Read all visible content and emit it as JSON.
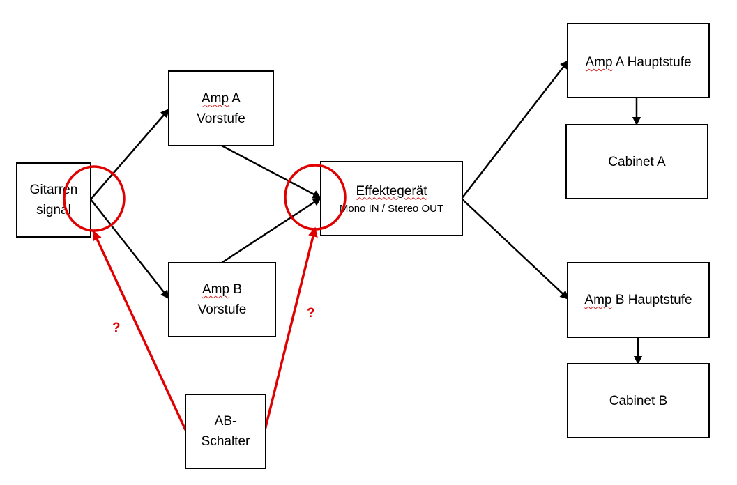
{
  "nodes": {
    "guitar": {
      "line1": "Gitarren",
      "line2": "signal"
    },
    "amp_a_pre": {
      "word1": "Amp",
      "word2": " A",
      "line2": "Vorstufe"
    },
    "amp_b_pre": {
      "word1": "Amp",
      "word2": " B",
      "line2": "Vorstufe"
    },
    "effects": {
      "line1": "Effektegerät",
      "line2": "Mono IN / Stereo OUT"
    },
    "ab_switch": {
      "line1": "AB-",
      "line2": "Schalter"
    },
    "amp_a_main": {
      "word1": "Amp",
      "word2": " A Hauptstufe"
    },
    "cabinet_a": {
      "label": "Cabinet A"
    },
    "amp_b_main": {
      "word1": "Amp",
      "word2": " B Hauptstufe"
    },
    "cabinet_b": {
      "label": "Cabinet B"
    }
  },
  "annotations": {
    "question_left": "?",
    "question_right": "?"
  },
  "colors": {
    "line": "#000000",
    "highlight": "#e00000"
  }
}
